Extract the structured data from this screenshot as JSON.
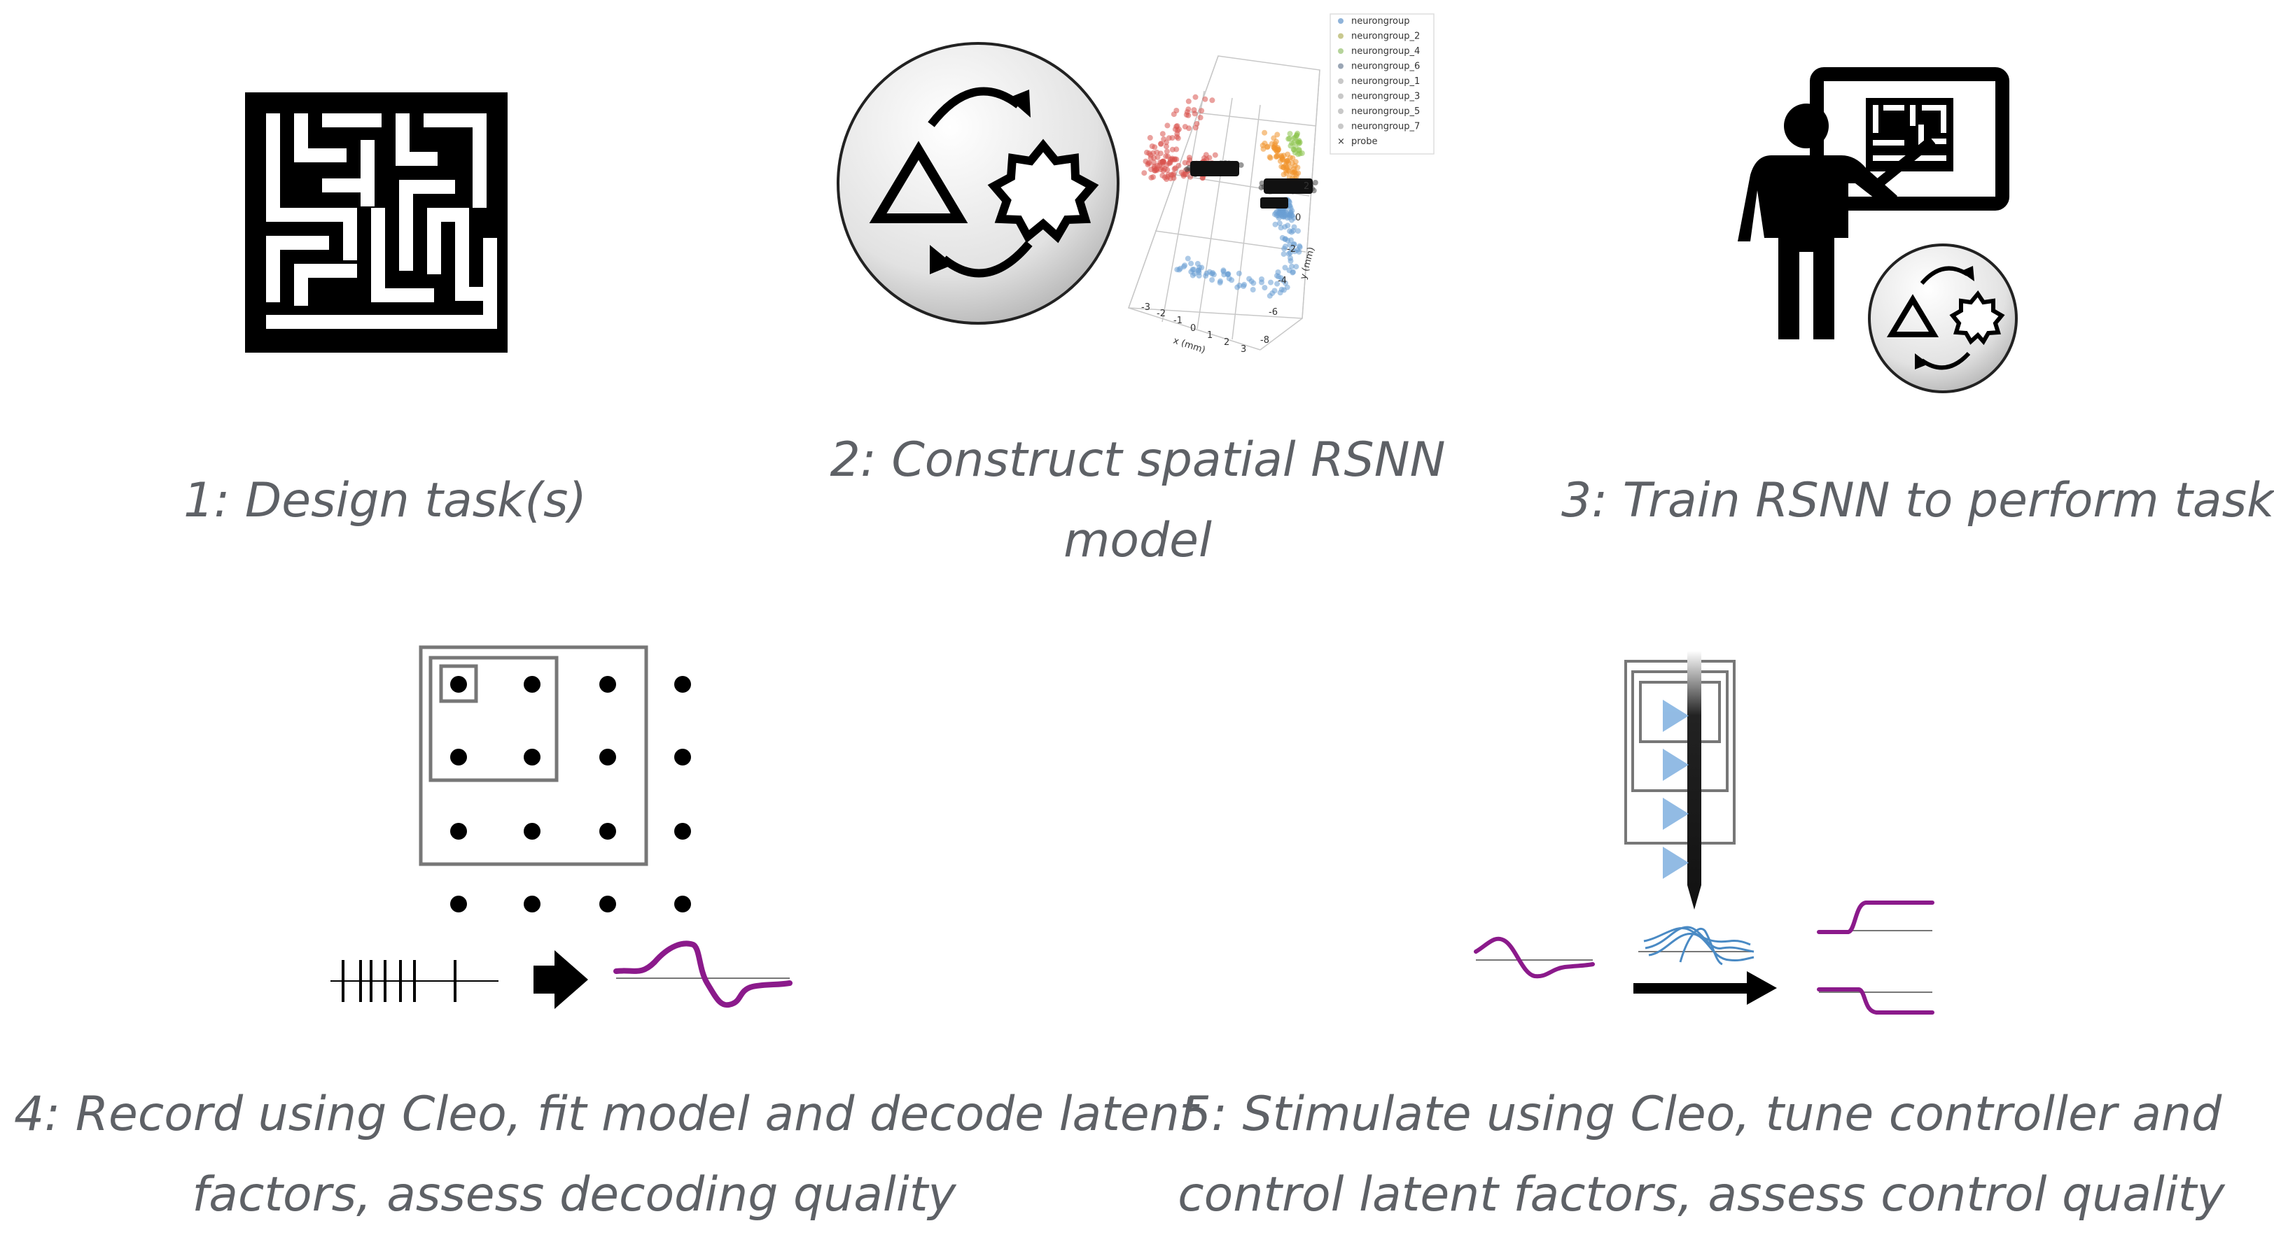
{
  "steps": [
    {
      "id": 1,
      "lines": [
        "1: Design task(s)"
      ]
    },
    {
      "id": 2,
      "lines": [
        "2: Construct spatial RSNN",
        "model"
      ]
    },
    {
      "id": 3,
      "lines": [
        "3: Train RSNN to perform task"
      ]
    },
    {
      "id": 4,
      "lines": [
        "4: Record using Cleo, fit model and decode latent",
        "factors, assess decoding quality"
      ]
    },
    {
      "id": 5,
      "lines": [
        "5: Stimulate using Cleo, tune controller and",
        "control latent factors, assess control quality"
      ]
    }
  ],
  "scatter_legend": [
    "neurongroup",
    "neurongroup_2",
    "neurongroup_4",
    "neurongroup_6",
    "neurongroup_1",
    "neurongroup_3",
    "neurongroup_5",
    "neurongroup_7",
    "probe"
  ],
  "scatter_axes": {
    "x_label": "x (mm)",
    "y_label": "y (mm)",
    "x_ticks": [
      "-3",
      "-2",
      "-1",
      "0",
      "1",
      "2",
      "3"
    ],
    "y_ticks": [
      "-8",
      "-6",
      "-4",
      "-2",
      "0",
      "2"
    ],
    "z_ticks": [
      "0",
      "2"
    ]
  },
  "colors": {
    "caption_text": "#5e6166",
    "latent_trace": "#8b1a8b",
    "light_blue": "#7fb0e0",
    "dark": "#000000"
  }
}
